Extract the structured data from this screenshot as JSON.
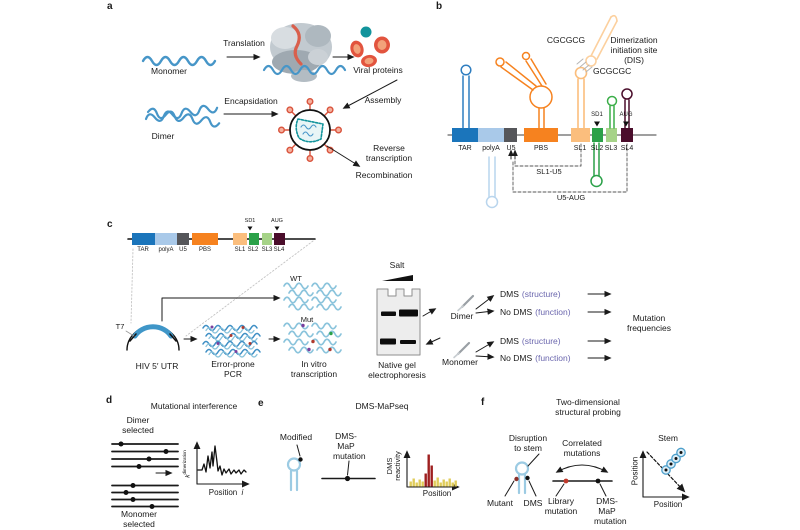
{
  "colors": {
    "rna_blue": "#4796C8",
    "rna_light": "#8BC4DC",
    "hairpin_light": "#9CCBE3",
    "tar_blue": "#1B75BB",
    "polya_light_blue": "#A9C9E9",
    "u5_gray": "#55565A",
    "pbs_orange": "#F6821F",
    "sl1_light_orange": "#FBBE7D",
    "sl2_green": "#2BA149",
    "sl3_light_green": "#A6D388",
    "sl4_maroon": "#4A0D2B",
    "protein_teal": "#12949C",
    "protein_red": "#E2543E",
    "annotation_purple": "#6B67AE",
    "bar_yellow": "#E0CC5A",
    "bar_dark_red": "#9E1F1F",
    "mutation_purple": "#7B3F9E",
    "mutation_green": "#2BA149",
    "mutation_red": "#B03A2E"
  },
  "panels": {
    "a": {
      "label": "a",
      "monomer": "Monomer",
      "translation": "Translation",
      "viral_proteins": "Viral proteins",
      "dimer": "Dimer",
      "encapsidation": "Encapsidation",
      "assembly": "Assembly",
      "reverse_transcription": "Reverse transcription",
      "recombination": "Recombination"
    },
    "b": {
      "label": "b",
      "cgcgcg": "CGCGCG",
      "gcgcgc": "GCGCGC",
      "dis": "Dimerization initiation site (DIS)",
      "sl1_u5": "SL1-U5",
      "u5_aug": "U5-AUG"
    },
    "genome": {
      "segments": [
        "TAR",
        "polyA",
        "U5",
        "PBS",
        "SL1",
        "SL2",
        "SL3",
        "SL4"
      ],
      "sd1": "SD1",
      "aug": "AUG"
    },
    "c": {
      "label": "c",
      "t7": "T7",
      "hiv_5utr": "HIV 5′ UTR",
      "error_prone_pcr": "Error-prone PCR",
      "in_vitro": "In vitro transcription",
      "wt": "WT",
      "mut": "Mut",
      "salt": "Salt",
      "native_gel": "Native gel electrophoresis",
      "dimer": "Dimer",
      "monomer": "Monomer",
      "dms": "DMS",
      "no_dms": "No DMS",
      "structure": "(structure)",
      "function": "(function)",
      "mutation_frequencies": "Mutation frequencies"
    },
    "d": {
      "label": "d",
      "title": "Mutational interference",
      "dimer_selected": "Dimer selected",
      "monomer_selected": "Monomer selected",
      "k": "k",
      "k_sup": "dimerization",
      "xlabel": "Position",
      "xlabel_i": "i"
    },
    "e": {
      "label": "e",
      "title": "DMS-MaPseq",
      "modified": "Modified",
      "dms_map_mutation": "DMS-MaP mutation",
      "ylabel": "DMS reactivity",
      "xlabel": "Position"
    },
    "f": {
      "label": "f",
      "title": "Two-dimensional structural probing",
      "disruption": "Disruption to stem",
      "mutant": "Mutant",
      "dms": "DMS",
      "correlated": "Correlated mutations",
      "library_mutation": "Library mutation",
      "dms_map_mutation": "DMS-MaP mutation",
      "stem": "Stem",
      "ylabel": "Position",
      "xlabel": "Position"
    }
  }
}
